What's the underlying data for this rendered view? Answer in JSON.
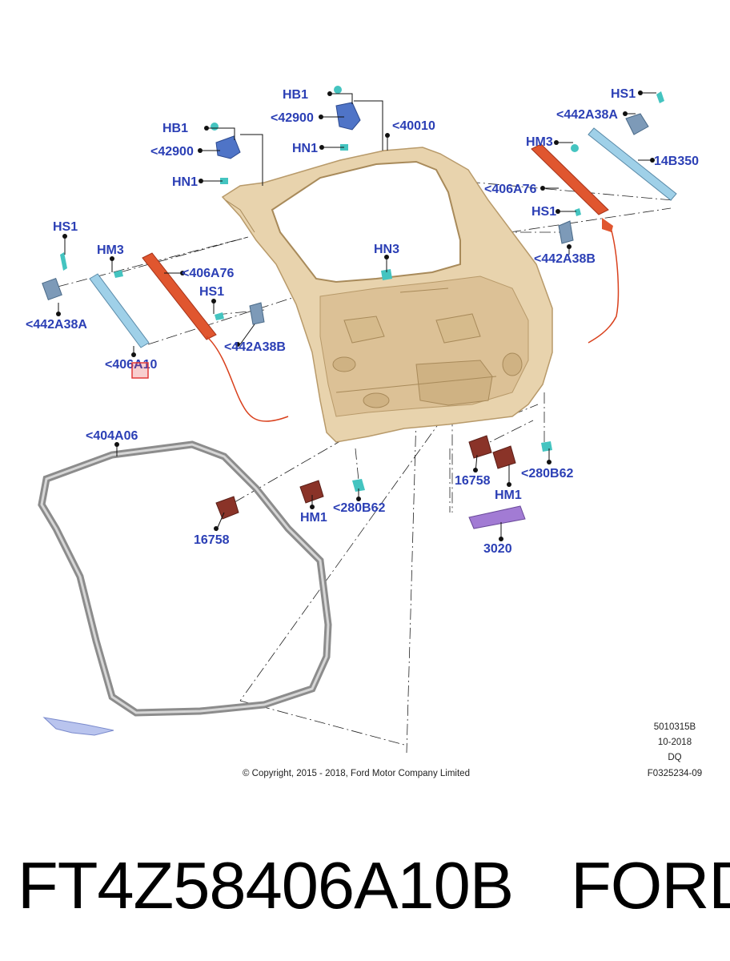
{
  "labels": {
    "hb1_center": "HB1",
    "k42900_center": "<42900",
    "hn1_center": "HN1",
    "k40010": "<40010",
    "hb1_left": "HB1",
    "k42900_left": "<42900",
    "hn1_left": "HN1",
    "hs1_right_top": "HS1",
    "k442a38a_right": "<442A38A",
    "hm3_right": "HM3",
    "k14b350": "14B350",
    "k406a76_right": "<406A76",
    "hs1_right": "HS1",
    "k442a38b_right": "<442A38B",
    "hs1_left": "HS1",
    "hm3_left": "HM3",
    "k406a76_left": "<406A76",
    "hs1_mid": "HS1",
    "k442a38a_left": "<442A38A",
    "k442a38b_left": "<442A38B",
    "k406a10": "<406A10",
    "hn3": "HN3",
    "k404a06": "<404A06",
    "k16758_left": "16758",
    "hm1_left": "HM1",
    "k280b62_left": "<280B62",
    "k16758_right": "16758",
    "hm1_right": "HM1",
    "k280b62_right": "<280B62",
    "k3020": "3020"
  },
  "footer": {
    "copyright": "© Copyright, 2015 - 2018, Ford Motor Company Limited",
    "code1": "5010315B",
    "code2": "10-2018",
    "code3": "DQ",
    "code4": "F0325234-09"
  },
  "caption": {
    "part_number": "FT4Z58406A10B",
    "brand": "FORD"
  },
  "colors": {
    "label": "#2b3fb5",
    "liftgate_panel": "#e8d3ad",
    "liftgate_edge": "#b89a6a",
    "strut": "#9fd0e8",
    "wiring_harness": "#d9401c",
    "hinge": "#4f74c7",
    "fastener": "#44c4c0",
    "bumper": "#8a3328",
    "weatherstrip": "#8c8c8c",
    "bracket_3020": "#a27bd4",
    "highlight_box": "#e23a3a",
    "direction_arrow": "#b9c4ee"
  },
  "highlight": {
    "part": "<406A10"
  }
}
